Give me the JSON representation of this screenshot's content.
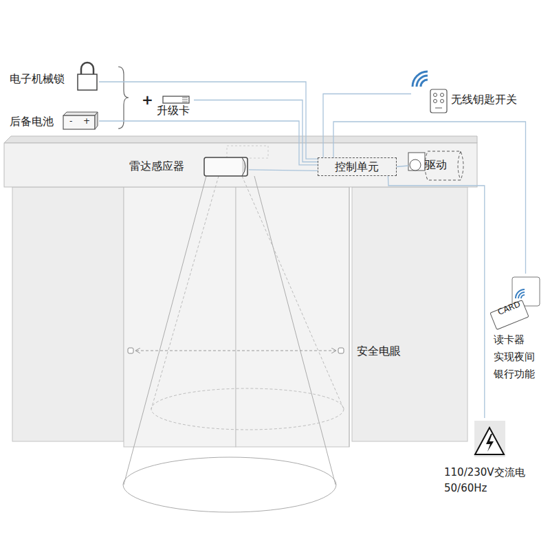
{
  "diagram": {
    "nodes": [
      {
        "text": [
          "电子机械锁"
        ]
      },
      {
        "text": [
          "升级卡"
        ]
      },
      {
        "text": [
          "后备电池"
        ]
      },
      {
        "text": [
          "无线钥匙开关"
        ]
      },
      {
        "text": [
          "雷达感应器"
        ]
      },
      {
        "text": [
          "控制单元"
        ]
      },
      {
        "text": [
          "驱动"
        ]
      },
      {
        "text": [
          "读卡器 实现夜间 银行功能"
        ]
      },
      {
        "text": [
          "110/230V交流电 50/60Hz"
        ]
      }
    ],
    "edges": [
      {
        "from": 0,
        "to": 5,
        "arrow": "none"
      },
      {
        "from": 1,
        "to": 5,
        "arrow": "none"
      },
      {
        "from": 2,
        "to": 5,
        "arrow": "none"
      },
      {
        "from": 4,
        "to": 5,
        "arrow": "none"
      },
      {
        "from": 3,
        "to": 5,
        "arrow": "none"
      },
      {
        "from": 7,
        "to": 5,
        "arrow": "none"
      },
      {
        "from": 5,
        "to": 6,
        "arrow": "none"
      },
      {
        "from": 8,
        "to": 5,
        "arrow": "none"
      }
    ],
    "labels": [
      "+",
      "-",
      "+",
      "CARD",
      "安全电眼"
    ]
  }
}
